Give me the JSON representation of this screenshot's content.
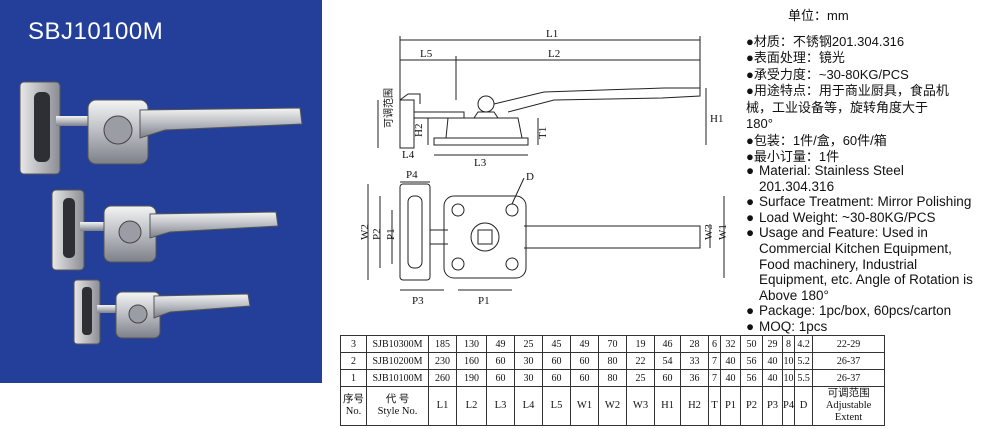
{
  "photo": {
    "title": "SBJ10100M"
  },
  "drawing": {
    "side_labels": {
      "L1": "L1",
      "L2": "L2",
      "L5": "L5",
      "H1": "H1",
      "H2": "H2",
      "T1": "T1",
      "L3": "L3",
      "L4": "L4",
      "adjustable": "可调范围"
    },
    "top_labels": {
      "P4": "P4",
      "D": "D",
      "W2": "W2",
      "P2": "P2",
      "P1_left": "P1",
      "W3": "W3",
      "W1": "W1",
      "P3": "P3",
      "P1_bottom": "P1"
    }
  },
  "spec_zh": {
    "unit": "单位：mm",
    "items": [
      [
        "●材质：不锈钢201.304.316"
      ],
      [
        "●表面处理：镜光"
      ],
      [
        "●承受力度：~30-80KG/PCS"
      ],
      [
        "●用途特点：用于商业厨具，食品机",
        "械，工业设备等，旋转角度大于",
        "180°"
      ],
      [
        "●包装：1件/盒，60件/箱"
      ],
      [
        "●最小订量：1件"
      ]
    ]
  },
  "spec_en": {
    "items": [
      [
        "Material: Stainless Steel",
        "201.304.316"
      ],
      [
        "Surface Treatment: Mirror Polishing"
      ],
      [
        "Load Weight: ~30-80KG/PCS"
      ],
      [
        "Usage and Feature: Used in",
        "Commercial Kitchen Equipment,",
        "Food machinery, Industrial",
        "Equipment, etc. Angle of Rotation is",
        "Above 180°"
      ],
      [
        "Package: 1pc/box, 60pcs/carton"
      ],
      [
        "MOQ: 1pcs"
      ]
    ]
  },
  "table": {
    "rows": [
      [
        "3",
        "SJB10300M",
        "185",
        "130",
        "49",
        "25",
        "45",
        "49",
        "70",
        "19",
        "46",
        "28",
        "6",
        "32",
        "50",
        "29",
        "8",
        "4.2",
        "22-29"
      ],
      [
        "2",
        "SJB10200M",
        "230",
        "160",
        "60",
        "30",
        "60",
        "60",
        "80",
        "22",
        "54",
        "33",
        "7",
        "40",
        "56",
        "40",
        "10",
        "5.2",
        "26-37"
      ],
      [
        "1",
        "SJB10100M",
        "260",
        "190",
        "60",
        "30",
        "60",
        "60",
        "80",
        "25",
        "60",
        "36",
        "7",
        "40",
        "56",
        "40",
        "10",
        "5.5",
        "26-37"
      ]
    ],
    "header": [
      "序号\nNo.",
      "代 号\nStyle No.",
      "L1",
      "L2",
      "L3",
      "L4",
      "L5",
      "W1",
      "W2",
      "W3",
      "H1",
      "H2",
      "T",
      "P1",
      "P2",
      "P3",
      "P4",
      "D",
      "可调范围\nAdjustable\nExtent"
    ]
  }
}
